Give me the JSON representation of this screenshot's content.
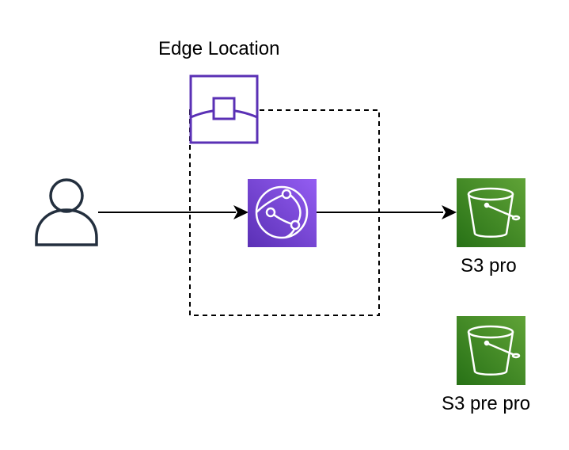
{
  "diagram": {
    "edge_location_label": "Edge Location",
    "s3_pro_label": "S3 pro",
    "s3_prepro_label": "S3 pre pro"
  },
  "nodes": [
    {
      "id": "user",
      "icon": "user-icon"
    },
    {
      "id": "edge-location",
      "icon": "edge-location-icon"
    },
    {
      "id": "cloudfront",
      "icon": "cloudfront-icon"
    },
    {
      "id": "s3-pro",
      "icon": "s3-bucket-icon"
    },
    {
      "id": "s3-pre-pro",
      "icon": "s3-bucket-icon"
    }
  ],
  "edges": [
    {
      "from": "user",
      "to": "cloudfront"
    },
    {
      "from": "cloudfront",
      "to": "s3-pro"
    }
  ],
  "colors": {
    "edge_purple": "#5a30b5",
    "cloudfront_top": "#945df2",
    "cloudfront_bottom": "#5a30b5",
    "s3_top": "#60a337",
    "s3_bottom": "#277116",
    "user_stroke": "#232f3e",
    "line": "#000000"
  }
}
